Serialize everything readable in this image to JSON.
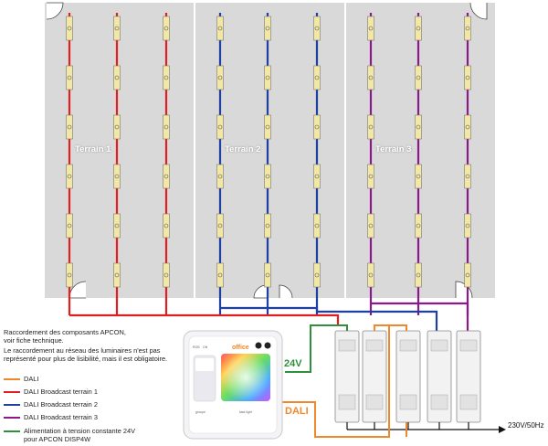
{
  "info": {
    "line1": "Raccordement des composants APCON,",
    "line2": "voir fiche technique.",
    "line3": "Le raccordement au réseau des luminaires n'est pas représenté pour plus de lisibilité, mais il est obligatoire."
  },
  "legend": [
    {
      "label": "DALI",
      "color": "#f0882a"
    },
    {
      "label": "DALI Broadcast terrain 1",
      "color": "#e02020"
    },
    {
      "label": "DALI Broadcast terrain 2",
      "color": "#2040a0"
    },
    {
      "label": "DALI Broadcast terrain 3",
      "color": "#8a1a8a"
    },
    {
      "label": "Alimentation à tension constante 24V\npour APCON DISP4W",
      "color": "#2f8f3a"
    }
  ],
  "terrains": [
    {
      "label": "Terrain 1",
      "color": "#e02020"
    },
    {
      "label": "Terrain 2",
      "color": "#2040a0"
    },
    {
      "label": "Terrain 3",
      "color": "#8a1a8a"
    }
  ],
  "wiring": {
    "v24_label": "24V",
    "dali_label": "DALI",
    "mains_label": "230V/50Hz",
    "green": "#2f8f3a",
    "orange": "#f0882a"
  },
  "panel": {
    "header": "office",
    "left_small": "RGB",
    "left_small2": "ON",
    "caption_left": "groupe",
    "caption_right": "task light"
  }
}
